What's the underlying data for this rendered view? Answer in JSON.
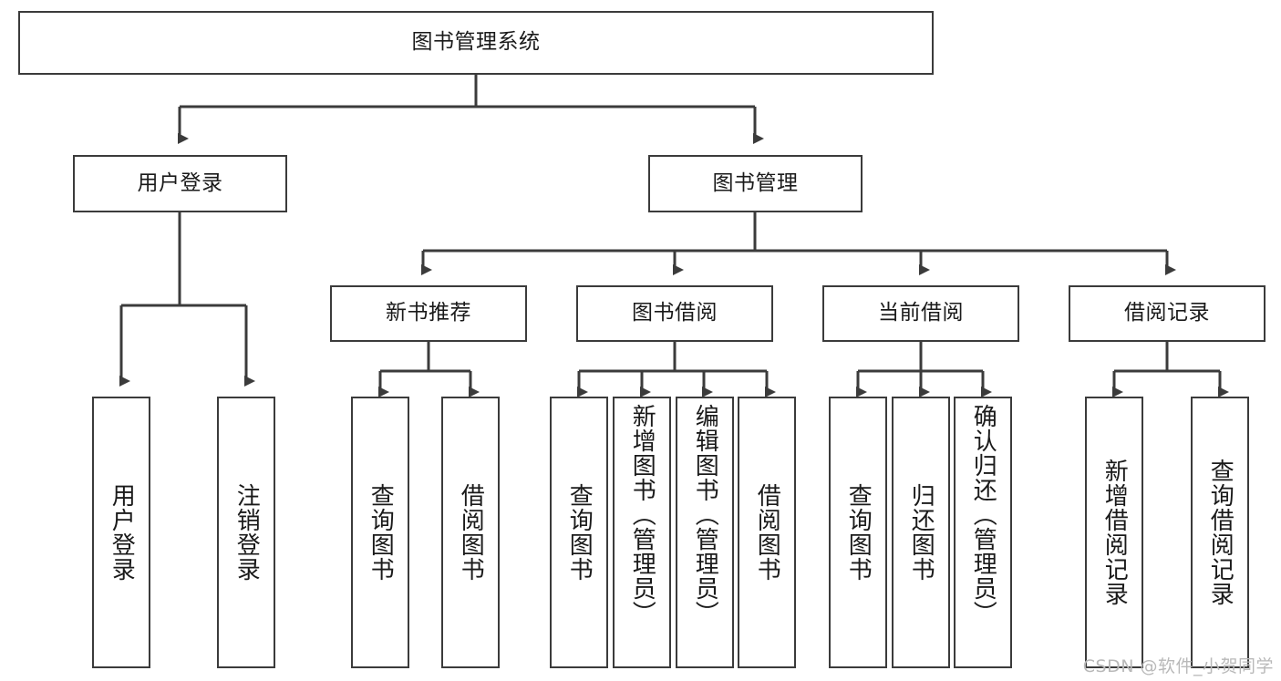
{
  "diagram": {
    "type": "hierarchy-tree",
    "title": "图书管理系统",
    "root": {
      "id": "root",
      "label": "图书管理系统"
    },
    "level1": [
      {
        "id": "user-login",
        "label": "用户登录"
      },
      {
        "id": "book-management",
        "label": "图书管理"
      }
    ],
    "level2": [
      {
        "id": "new-book-recommend",
        "label": "新书推荐",
        "parent": "book-management"
      },
      {
        "id": "book-borrow",
        "label": "图书借阅",
        "parent": "book-management"
      },
      {
        "id": "current-borrow",
        "label": "当前借阅",
        "parent": "book-management"
      },
      {
        "id": "borrow-record",
        "label": "借阅记录",
        "parent": "book-management"
      }
    ],
    "leaves": {
      "user-login": [
        {
          "id": "leaf-user-login",
          "label": "用户登录"
        },
        {
          "id": "leaf-user-logout",
          "label": "注销登录"
        }
      ],
      "new-book-recommend": [
        {
          "id": "leaf-query-book-1",
          "label": "查询图书"
        },
        {
          "id": "leaf-borrow-book-1",
          "label": "借阅图书"
        }
      ],
      "book-borrow": [
        {
          "id": "leaf-query-book-2",
          "label": "查询图书"
        },
        {
          "id": "leaf-add-book",
          "label": "新增图书（管理员）"
        },
        {
          "id": "leaf-edit-book",
          "label": "编辑图书（管理员）"
        },
        {
          "id": "leaf-borrow-book-2",
          "label": "借阅图书"
        }
      ],
      "current-borrow": [
        {
          "id": "leaf-query-book-3",
          "label": "查询图书"
        },
        {
          "id": "leaf-return-book",
          "label": "归还图书"
        },
        {
          "id": "leaf-confirm-return",
          "label": "确认归还（管理员）"
        }
      ],
      "borrow-record": [
        {
          "id": "leaf-add-record",
          "label": "新增借阅记录"
        },
        {
          "id": "leaf-query-record",
          "label": "查询借阅记录"
        }
      ]
    },
    "colors": {
      "border": "#3b3b3b",
      "background": "#ffffff",
      "text": "#1a1a1a",
      "watermark": "#b9b9b9"
    }
  },
  "watermark": {
    "text": "CSDN @软件_小贺同学"
  }
}
